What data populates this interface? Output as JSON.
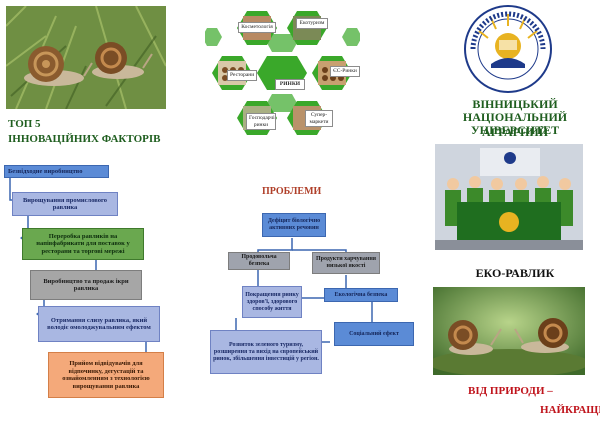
{
  "heading_left": {
    "line1": "ТОП 5",
    "line2": "ІННОВАЦІЙНИХ ФАКТОРІВ"
  },
  "flow_steps": [
    "Безвідходне виробництво",
    "Вирощування промислового равлика",
    "Переробка равликів на напівфабрикати для поставок у ресторани та торгові мережі",
    "Виробництво та продаж ікри равлика",
    "Отримання слизу равлика, який володіє омолоджувальним ефектом",
    "Прийом відвідувачів для відпочинку, дегустацій та ознайомленням з технологією вирощування равлика"
  ],
  "markets": {
    "center": "РИНКИ",
    "segments": [
      "Косметологія",
      "Екотуризм",
      "Ресторани",
      "ЄС-Ринки",
      "Господарчі ринки",
      "Супер-маркети"
    ]
  },
  "problems": {
    "title": "ПРОБЛЕМИ",
    "root": "Дефіцит біологічно активних речовин",
    "left": "Продовольча безпека",
    "right": "Продукти харчування низької якості",
    "mid_left": "Покращення ринку здоров'ї, здорового способу життя",
    "mid_right": "Екологічна безпека",
    "bottom_left": "Розвиток зеленого туризму, розширення та вихід на європейський ринок, збільшення інвестицій у регіон.",
    "bottom_right": "Соціальний ефект"
  },
  "university": {
    "name_line1": "ВІННИЦЬКИЙ",
    "name_line2": "НАЦІОНАЛЬНИЙ АГРАРНИЙ",
    "name_line3": "УНІВЕРСИТЕТ"
  },
  "project": {
    "name": "ЕКО-РАВЛИК",
    "slogan_line1": "ВІД ПРИРОДИ –",
    "slogan_line2": "НАЙКРАЩЕ"
  },
  "colors": {
    "title_green": "#1f5e1f",
    "slogan_red": "#c0141c",
    "hex_green": "#3aa82a",
    "box_blue": "#5b8bd6",
    "box_lav": "#a9b7e2"
  }
}
